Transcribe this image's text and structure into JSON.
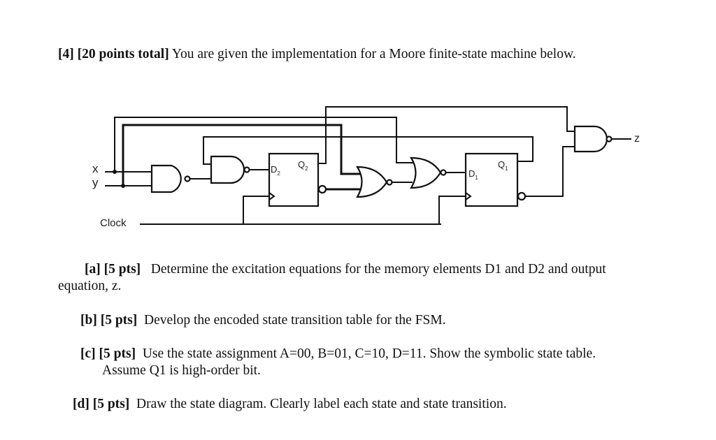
{
  "question": {
    "number": "[4]",
    "points": "[20 points total]",
    "text": "You are given the implementation for a Moore finite-state machine below."
  },
  "circuit": {
    "inputs": {
      "x": "x",
      "y": "y"
    },
    "clock_label": "Clock",
    "ff2": {
      "d_label": "D",
      "d_sub": "2",
      "q_label": "Q",
      "q_sub": "2"
    },
    "ff1": {
      "d_label": "D",
      "d_sub": "1",
      "q_label": "Q",
      "q_sub": "1"
    },
    "output_label": "z",
    "gates": [
      "NAND (x,y)",
      "NAND (to D2)",
      "NOR",
      "NOR (to D1)",
      "NAND (output z)"
    ]
  },
  "parts": [
    {
      "label": "[a]",
      "pts": "[5 pts]",
      "text": "Determine the excitation equations for the memory elements D1 and D2 and output",
      "text2": "equation, z."
    },
    {
      "label": "[b]",
      "pts": "[5 pts]",
      "text": "Develop the encoded state transition table for the FSM."
    },
    {
      "label": "[c]",
      "pts": "[5 pts]",
      "text": "Use the state assignment A=00, B=01, C=10, D=11. Show the symbolic state table.",
      "text2": "Assume Q1 is high-order bit."
    },
    {
      "label": "[d]",
      "pts": "[5 pts]",
      "text": "Draw the state diagram.  Clearly label each state and state transition."
    }
  ]
}
